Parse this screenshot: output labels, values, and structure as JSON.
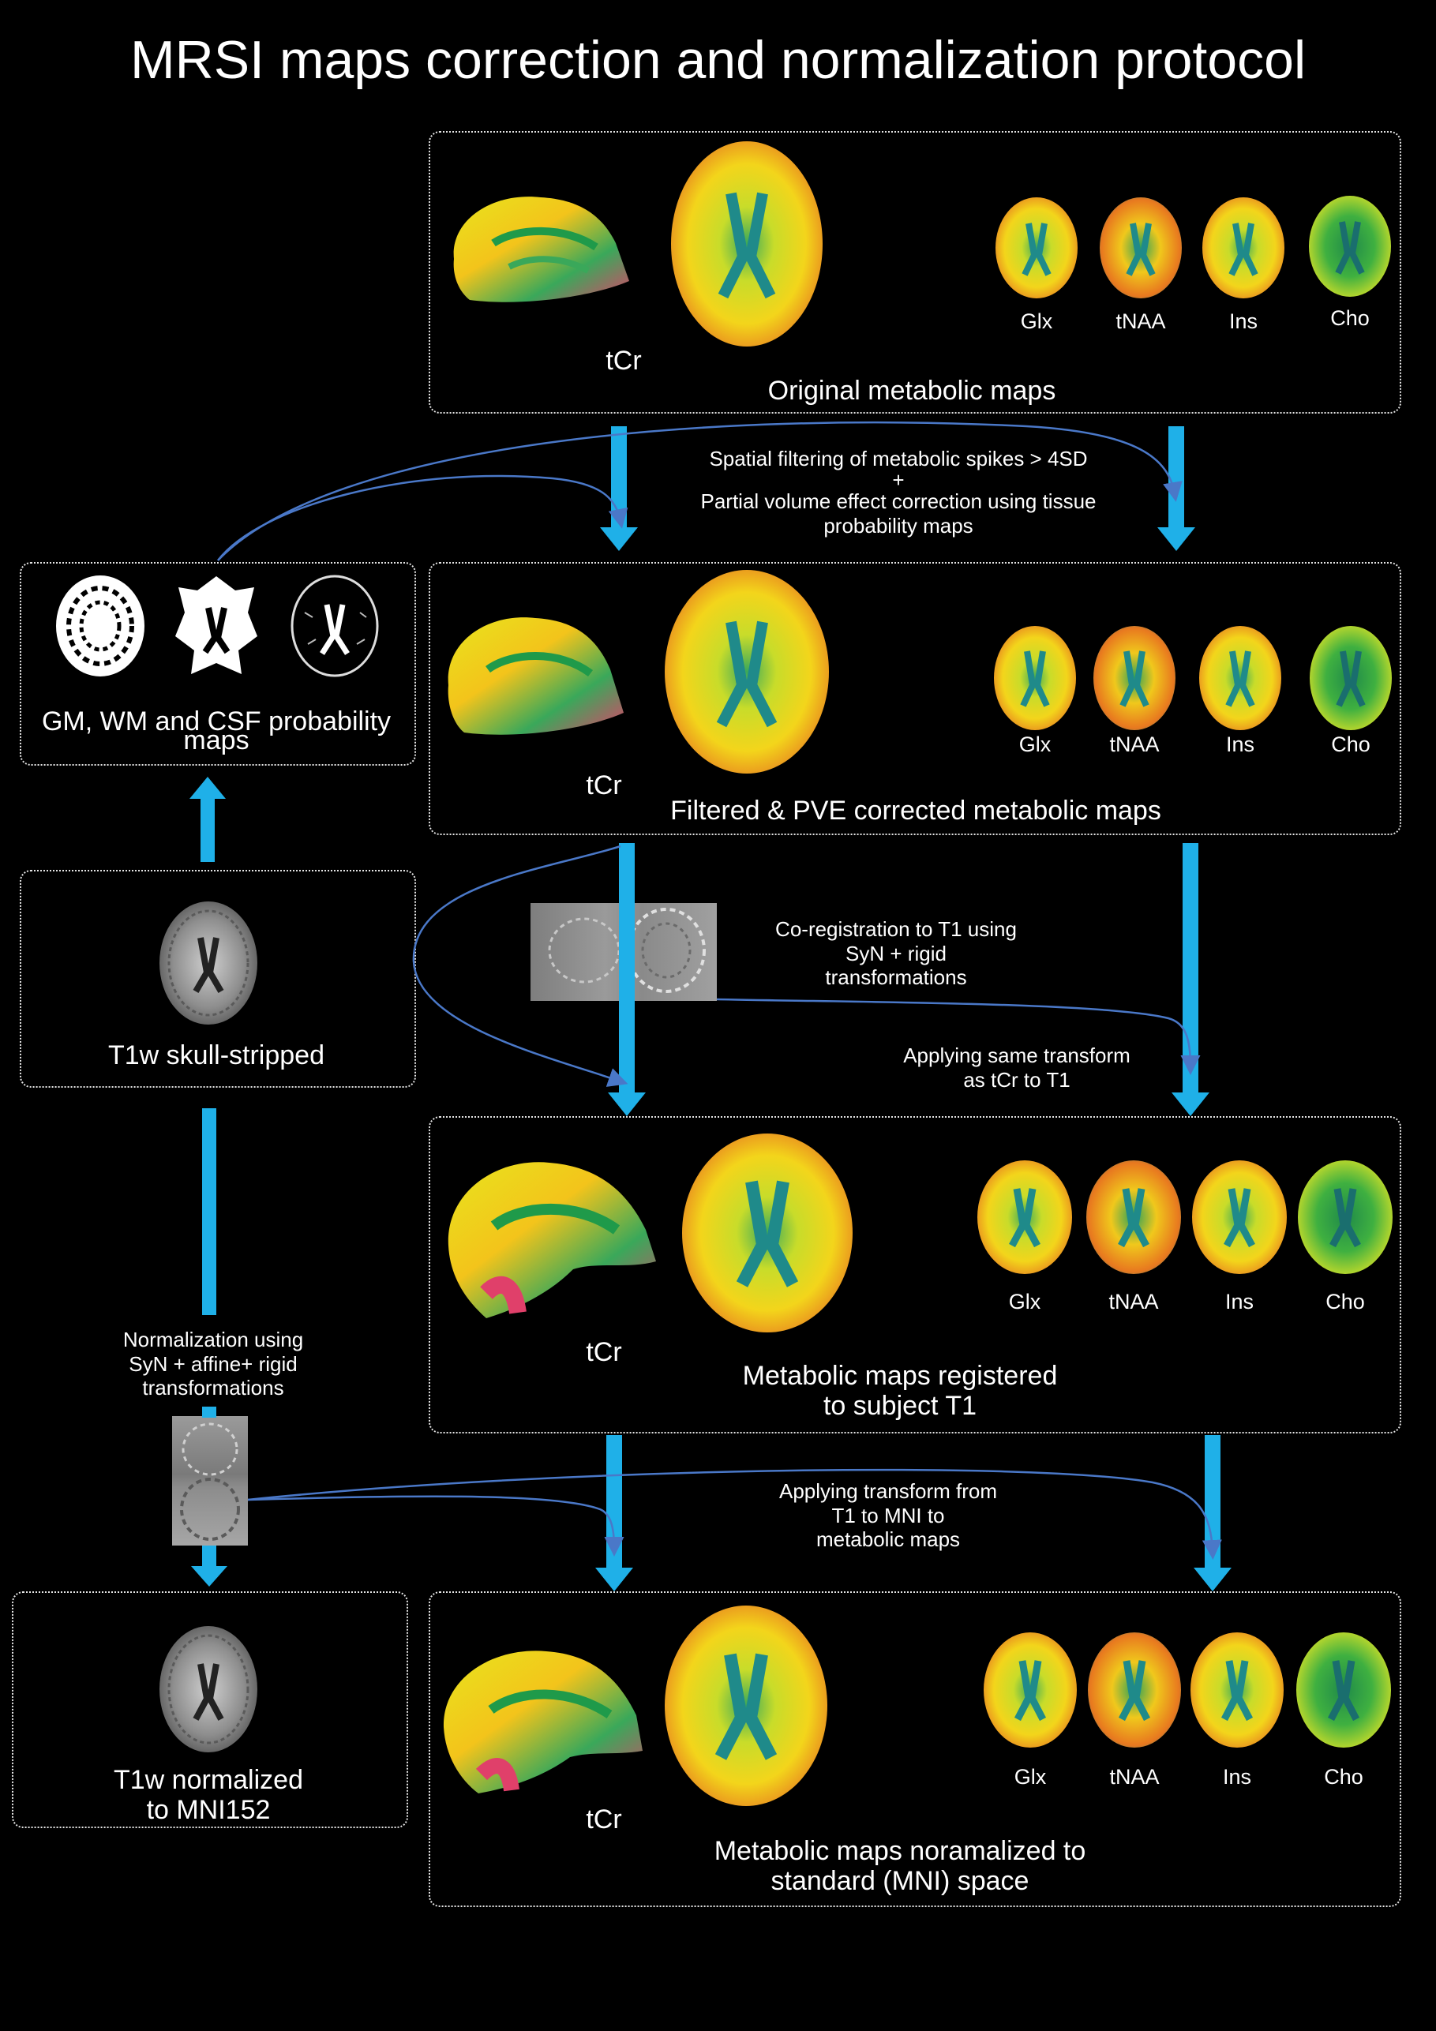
{
  "title": "MRSI maps correction and normalization protocol",
  "labels": {
    "tcr": "tCr",
    "metabolites": [
      "Glx",
      "tNAA",
      "Ins",
      "Cho"
    ]
  },
  "stages": {
    "original": "Original metabolic maps",
    "filtered": "Filtered & PVE corrected metabolic maps",
    "registered": [
      "Metabolic maps registered",
      "to subject T1"
    ],
    "normalized": [
      "Metabolic maps noramalized to",
      "standard (MNI) space"
    ]
  },
  "left": {
    "tissue": [
      "GM, WM and CSF probability",
      "maps"
    ],
    "t1": "T1w skull-stripped",
    "mni": [
      "T1w normalized",
      "to MNI152"
    ]
  },
  "notes": {
    "filtering": [
      "Spatial filtering of metabolic spikes > 4SD",
      "+",
      "Partial volume effect correction using tissue",
      "probability maps"
    ],
    "coreg": [
      "Co-registration to T1 using",
      "SyN + rigid",
      "transformations"
    ],
    "same_transform": [
      "Applying same transform",
      "as tCr to T1"
    ],
    "norm": [
      "Normalization using",
      "SyN + affine+ rigid",
      "transformations"
    ],
    "mni_transform": [
      "Applying transform from",
      "T1 to MNI to",
      "metabolic maps"
    ]
  },
  "colors": {
    "arrow": "#1fb0e8",
    "curve": "#4a78c8",
    "border": "#e6e6e6"
  }
}
